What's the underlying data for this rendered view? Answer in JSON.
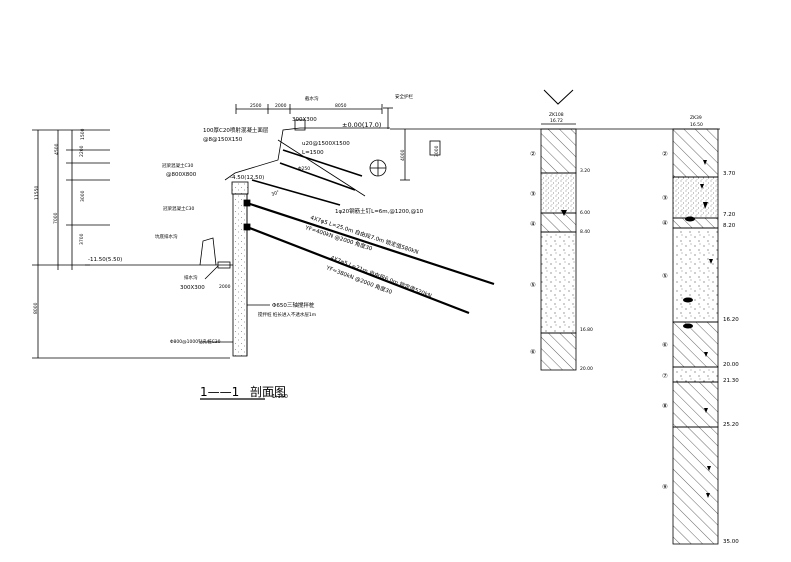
{
  "section": {
    "title_part1": "1——1",
    "title_part2": "剖面图",
    "scale": "1:150",
    "dims": {
      "d2500": "2500",
      "d2000": "2000",
      "d8050": "8050",
      "d300x300": "300X300",
      "elev0": "±0.00(17.0)",
      "d4000": "4000",
      "d3000": "3000",
      "left_1500": "1500",
      "left_2200": "2200",
      "left_4500": "4500",
      "left_11550": "11550",
      "left_3000": "3000",
      "left_7000": "7000",
      "left_3700": "3700",
      "left_8000": "8000",
      "d300x300b": "300X300",
      "d2000b": "2000"
    },
    "labels": {
      "c20_top": "100厚C20喷射混凝土面层",
      "mesh": "@8@150X150",
      "nail_top_1": "u20@1500X1500",
      "nail_top_2": "L=1500",
      "c30_a": "冠梁混凝土C30",
      "c30_a2": "@800X800",
      "elev_450": "-4.50(12.50)",
      "c30_b": "冠梁混凝土C30",
      "anchor_note": "1φ20钢筋土钉L=6m,@1200,@10",
      "anchor1_a": "4X7φ5 L=25.0m 自由段7.0m 锁定值580kN",
      "anchor1_b": "YF=400kN @2000 角度30",
      "anchor2_a": "4X7φ5 L=21m 自由段6.0m 锁定值520kN",
      "anchor2_b": "YF=380kN @2000 角度30",
      "pit_bottom": "-11.50(5.50)",
      "pit_label": "坑底排水沟",
      "pile_dia": "Φ650三轴搅拌桩",
      "pile_note": "搅拌桩 桩长进入不透水层1m",
      "pile_main": "Φ800@1000钻孔桩C30",
      "drain": "截水沟",
      "drain_b": "排水沟",
      "fence": "安全护栏",
      "d200": "200",
      "d250": "Φ250",
      "d45": "45°",
      "d30": "30°"
    }
  },
  "boreholes": [
    {
      "id": "ZK108",
      "elev": "16.72",
      "layers": [
        {
          "num": "②",
          "bottom": "3.20"
        },
        {
          "num": "③",
          "bottom": "6.00"
        },
        {
          "num": "④",
          "bottom": "8.40"
        },
        {
          "num": "⑤",
          "bottom": "16.80"
        },
        {
          "num": "⑥",
          "bottom": "20.00"
        }
      ]
    },
    {
      "id": "ZK39",
      "elev": "16.50",
      "layers": [
        {
          "num": "②",
          "bottom": "3.70"
        },
        {
          "num": "③",
          "bottom": "7.20"
        },
        {
          "num": "④",
          "bottom": "8.20"
        },
        {
          "num": "⑤",
          "bottom": "16.20"
        },
        {
          "num": "⑥",
          "bottom": "20.00"
        },
        {
          "num": "⑦",
          "bottom": "21.30"
        },
        {
          "num": "⑧",
          "bottom": "25.20"
        },
        {
          "num": "⑨",
          "bottom": "35.00"
        }
      ]
    }
  ]
}
